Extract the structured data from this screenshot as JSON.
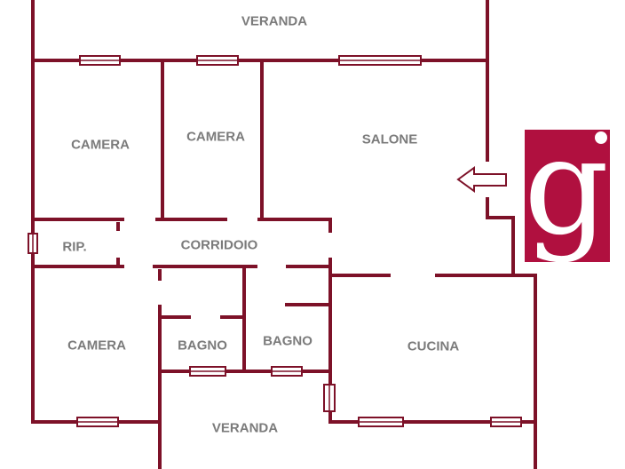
{
  "rooms": {
    "veranda_top": "VERANDA",
    "camera_1": "CAMERA",
    "camera_2": "CAMERA",
    "salone": "SALONE",
    "rip": "RIP.",
    "corridoio": "CORRIDOIO",
    "camera_3": "CAMERA",
    "bagno_1": "BAGNO",
    "bagno_2": "BAGNO",
    "cucina": "CUCINA",
    "veranda_bottom": "VERANDA"
  },
  "logo": {
    "letter": "g"
  },
  "colors": {
    "wall": "#7d1128",
    "logo": "#b0103f",
    "label": "#7b7b7b"
  }
}
